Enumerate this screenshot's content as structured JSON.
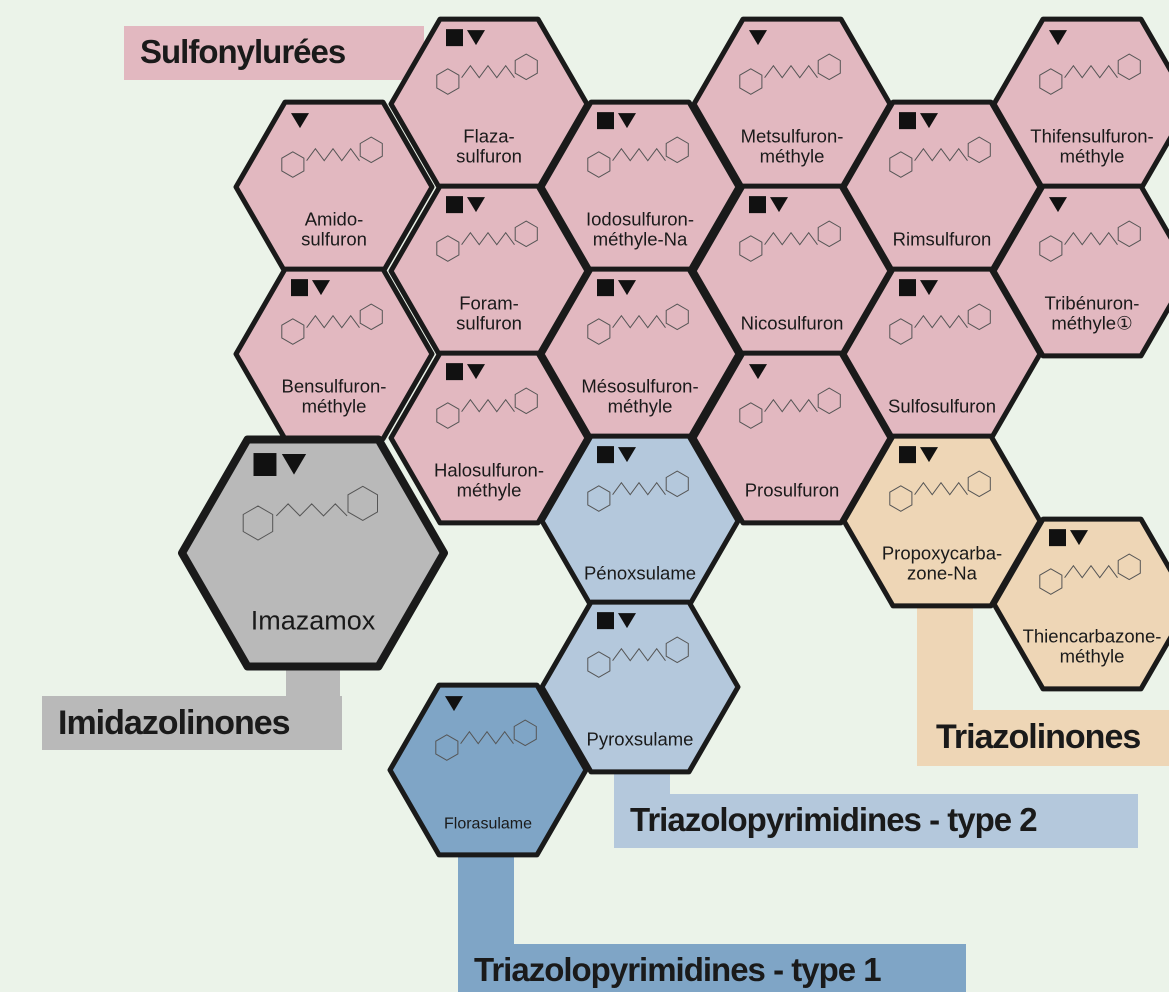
{
  "colors": {
    "background": "#ebf3e9",
    "sulfonylurees": "#e2b8c0",
    "imidazolinones": "#b9b9b9",
    "triazolopyrimidines_type2": "#b4c8dc",
    "triazolopyrimidines_type1": "#7fa5c6",
    "triazolinones": "#eed6b6",
    "outline": "#1a1a1a"
  },
  "groups": {
    "sulfonylurees": "Sulfonylurées",
    "imidazolinones": "Imidazolinones",
    "triazolopyrimidines_type2": "Triazolopyrimidines - type 2",
    "triazolopyrimidines_type1": "Triazolopyrimidines - type 1",
    "triazolinones": "Triazolinones"
  },
  "compounds": [
    {
      "id": "flazasulfuron",
      "lines": [
        "Flaza-",
        "sulfuron"
      ],
      "group": "sulfonylurees",
      "markers": [
        "square-icon",
        "triangle-icon"
      ]
    },
    {
      "id": "metsulfuron",
      "lines": [
        "Metsulfuron-",
        "méthyle"
      ],
      "group": "sulfonylurees",
      "markers": [
        "triangle-icon"
      ]
    },
    {
      "id": "thifensulfuron",
      "lines": [
        "Thifensulfuron-",
        "méthyle"
      ],
      "group": "sulfonylurees",
      "markers": [
        "triangle-icon"
      ]
    },
    {
      "id": "amidosulfuron",
      "lines": [
        "Amido-",
        "sulfuron"
      ],
      "group": "sulfonylurees",
      "markers": [
        "triangle-icon"
      ]
    },
    {
      "id": "iodosulfuron",
      "lines": [
        "Iodosulfuron-",
        "méthyle-Na"
      ],
      "group": "sulfonylurees",
      "markers": [
        "square-icon",
        "triangle-icon"
      ]
    },
    {
      "id": "rimsulfuron",
      "lines": [
        "Rimsulfuron"
      ],
      "group": "sulfonylurees",
      "markers": [
        "square-icon",
        "triangle-icon"
      ]
    },
    {
      "id": "foramsulfuron",
      "lines": [
        "Foram-",
        "sulfuron"
      ],
      "group": "sulfonylurees",
      "markers": [
        "square-icon",
        "triangle-icon"
      ]
    },
    {
      "id": "nicosulfuron",
      "lines": [
        "Nicosulfuron"
      ],
      "group": "sulfonylurees",
      "markers": [
        "square-icon",
        "triangle-icon"
      ]
    },
    {
      "id": "tribenuron",
      "lines": [
        "Tribénuron-",
        "méthyle①"
      ],
      "group": "sulfonylurees",
      "markers": [
        "triangle-icon"
      ]
    },
    {
      "id": "bensulfuron",
      "lines": [
        "Bensulfuron-",
        "méthyle"
      ],
      "group": "sulfonylurees",
      "markers": [
        "square-icon",
        "triangle-icon"
      ]
    },
    {
      "id": "mesosulfuron",
      "lines": [
        "Mésosulfuron-",
        "méthyle"
      ],
      "group": "sulfonylurees",
      "markers": [
        "square-icon",
        "triangle-icon"
      ]
    },
    {
      "id": "sulfosulfuron",
      "lines": [
        "Sulfosulfuron"
      ],
      "group": "sulfonylurees",
      "markers": [
        "square-icon",
        "triangle-icon"
      ]
    },
    {
      "id": "halosulfuron",
      "lines": [
        "Halosulfuron-",
        "méthyle"
      ],
      "group": "sulfonylurees",
      "markers": [
        "square-icon",
        "triangle-icon"
      ]
    },
    {
      "id": "prosulfuron",
      "lines": [
        "Prosulfuron"
      ],
      "group": "sulfonylurees",
      "markers": [
        "triangle-icon"
      ]
    },
    {
      "id": "imazamox",
      "lines": [
        "Imazamox"
      ],
      "group": "imidazolinones",
      "markers": [
        "square-icon",
        "triangle-icon"
      ]
    },
    {
      "id": "penoxsulame",
      "lines": [
        "Pénoxsulame"
      ],
      "group": "triazolopyrimidines_type2",
      "markers": [
        "square-icon",
        "triangle-icon"
      ]
    },
    {
      "id": "propoxycarbazone",
      "lines": [
        "Propoxycarba-",
        "zone-Na"
      ],
      "group": "triazolinones",
      "markers": [
        "square-icon",
        "triangle-icon"
      ]
    },
    {
      "id": "thiencarbazone",
      "lines": [
        "Thiencarbazone-",
        "méthyle"
      ],
      "group": "triazolinones",
      "markers": [
        "square-icon",
        "triangle-icon"
      ]
    },
    {
      "id": "pyroxsulame",
      "lines": [
        "Pyroxsulame"
      ],
      "group": "triazolopyrimidines_type2",
      "markers": [
        "square-icon",
        "triangle-icon"
      ]
    },
    {
      "id": "florasulame",
      "lines": [
        "Florasulame"
      ],
      "group": "triazolopyrimidines_type1",
      "markers": [
        "triangle-icon"
      ]
    }
  ]
}
